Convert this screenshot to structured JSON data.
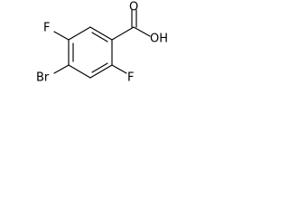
{
  "molecule": {
    "atoms": {
      "fluorine_top": "F",
      "fluorine_bottom": "F",
      "bromine": "Br",
      "carbonyl_oxygen": "O",
      "hydroxyl": "OH"
    },
    "colors": {
      "bond": "#000000",
      "label": "#000000",
      "background": "#ffffff"
    }
  }
}
